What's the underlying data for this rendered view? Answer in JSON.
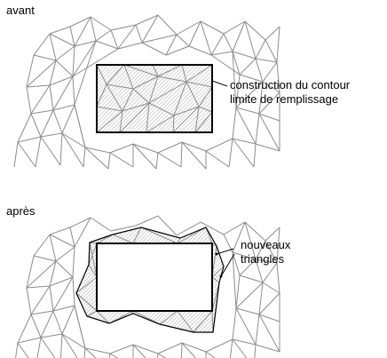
{
  "panels": {
    "before": {
      "title": "avant",
      "callout_line1": "construction du contour",
      "callout_line2": "limite de remplissage"
    },
    "after": {
      "title": "après",
      "callout_line1": "nouveaux",
      "callout_line2": "triangles"
    }
  },
  "colors": {
    "mesh": "#8c8c8c",
    "outline": "#000000",
    "hatch": "#8c8c8c",
    "background": "#ffffff"
  }
}
